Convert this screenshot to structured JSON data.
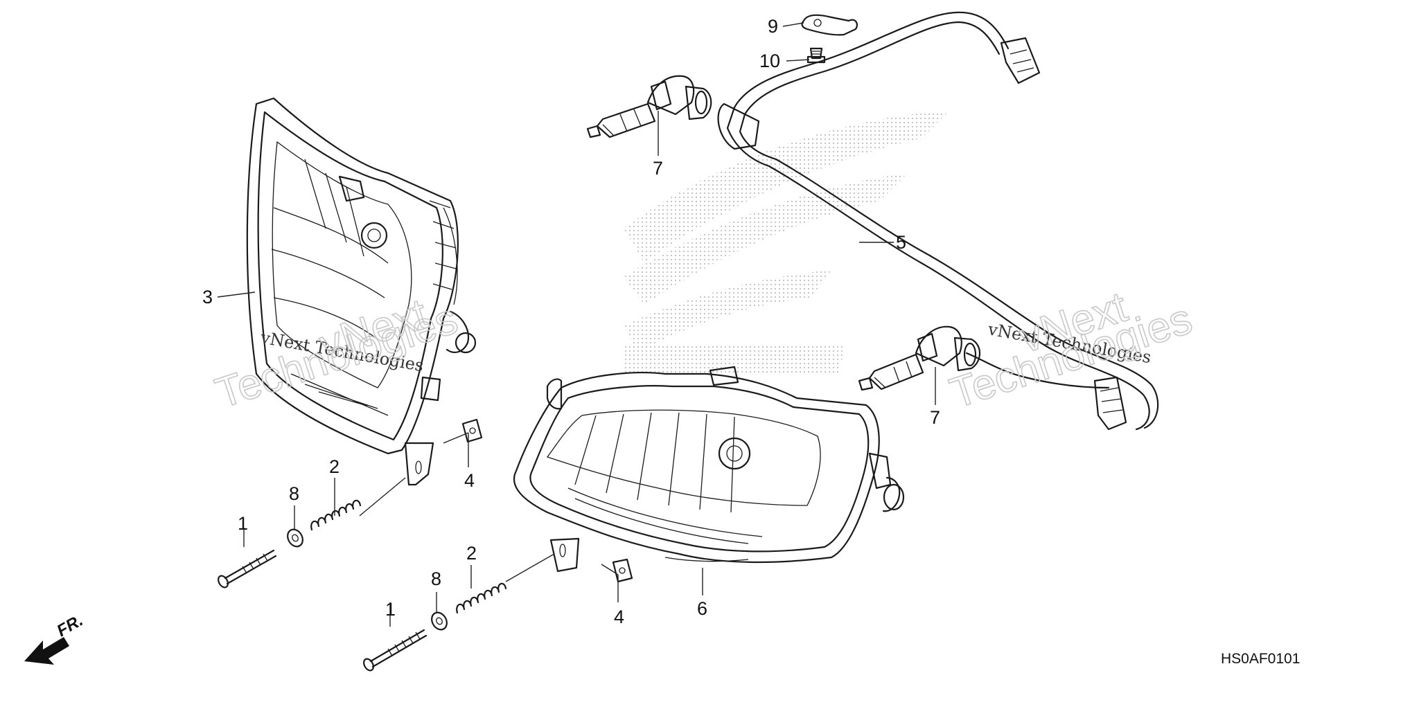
{
  "callouts": {
    "c1a": "1",
    "c1b": "1",
    "c2a": "2",
    "c2b": "2",
    "c3": "3",
    "c4a": "4",
    "c4b": "4",
    "c5": "5",
    "c6": "6",
    "c7a": "7",
    "c7b": "7",
    "c8a": "8",
    "c8b": "8",
    "c9": "9",
    "c10": "10"
  },
  "front_marker": {
    "label": "FR.",
    "icon": "front-direction-arrow-icon"
  },
  "diagram_code": "HS0AF0101",
  "watermarks": {
    "line1": "vNext Technologies",
    "line2_a": "vNext",
    "line2_b": "Technologies"
  },
  "colors": {
    "ink": "#1a1a1a",
    "watermark": "#c8c8c8",
    "dots": "#b0b0b0"
  }
}
